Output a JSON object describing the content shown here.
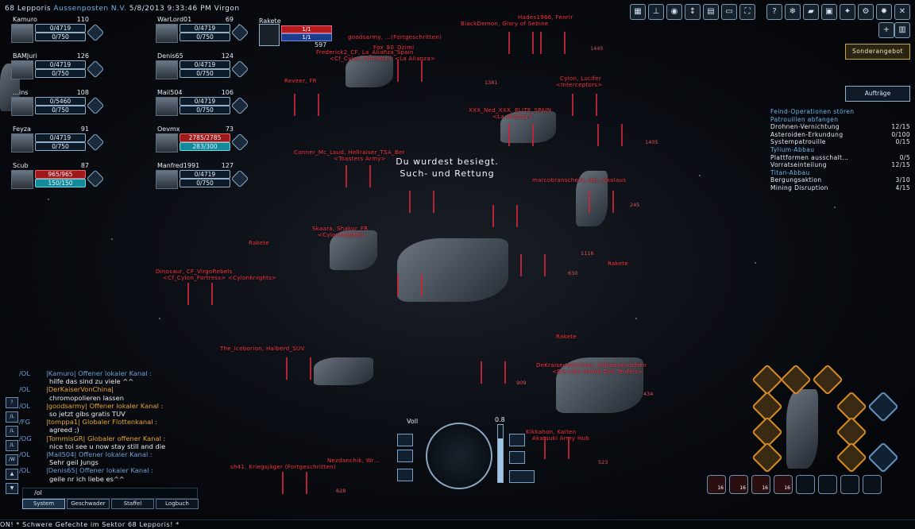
{
  "header": {
    "location": "68 Lepporis",
    "station": "Aussenposten N.V.",
    "datetime": "5/8/2013 9:33:46 PM",
    "faction": "Virgon"
  },
  "party": [
    {
      "name": "Kamuro",
      "level": "110",
      "hp": "0/4719",
      "shield": "0/750"
    },
    {
      "name": "BAMJuri",
      "level": "126",
      "hp": "0/4719",
      "shield": "0/750"
    },
    {
      "name": "…ins",
      "level": "108",
      "hp": "0/5460",
      "shield": "0/750"
    },
    {
      "name": "Feyza",
      "level": "91",
      "hp": "0/4719",
      "shield": "0/750"
    },
    {
      "name": "Scub",
      "level": "87",
      "hp": "965/965",
      "shield": "150/150"
    },
    {
      "name": "WarLord01",
      "level": "69",
      "hp": "0/4719",
      "shield": "0/750"
    },
    {
      "name": "Denis65",
      "level": "124",
      "hp": "0/4719",
      "shield": "0/750"
    },
    {
      "name": "Mail504",
      "level": "106",
      "hp": "0/4719",
      "shield": "0/750"
    },
    {
      "name": "Oevmx",
      "level": "73",
      "hp": "2785/2785",
      "shield": "283/300"
    },
    {
      "name": "Manfred1991",
      "level": "127",
      "hp": "0/4719",
      "shield": "0/750"
    }
  ],
  "target": {
    "name": "Rakete",
    "hp": "1/1",
    "shield": "1/1",
    "count": "597"
  },
  "buttons": {
    "offer": "Sonderangebot",
    "missions": "Aufträge"
  },
  "objectives": [
    {
      "label": "Feind-Operationen stören",
      "value": "",
      "category": true
    },
    {
      "label": "Patrouillen abfangen",
      "value": "",
      "category": true
    },
    {
      "label": "Drohnen-Vernichtung",
      "value": "12/15",
      "category": false
    },
    {
      "label": "Asteroiden-Erkundung",
      "value": "0/100",
      "category": false
    },
    {
      "label": "Systempatrouille",
      "value": "0/15",
      "category": false
    },
    {
      "label": "Tylium-Abbau",
      "value": "",
      "category": true
    },
    {
      "label": "Plattformen ausschalt…",
      "value": "0/5",
      "category": false
    },
    {
      "label": "Vorratseinteilung",
      "value": "12/15",
      "category": false
    },
    {
      "label": "Titan-Abbau",
      "value": "",
      "category": true
    },
    {
      "label": "Bergungsaktion",
      "value": "3/10",
      "category": false
    },
    {
      "label": "Mining Disruption",
      "value": "4/15",
      "category": false
    }
  ],
  "message": {
    "line1": "Du wurdest besiegt.",
    "line2": "Such- und Rettung"
  },
  "labels": [
    {
      "text": "Hades1966, Fenrir",
      "cls": ""
    },
    {
      "text": "BlackDemon, Glory of Sebine",
      "cls": ""
    },
    {
      "text": "goodsarmy, …(Fortgeschritten)",
      "cls": ""
    },
    {
      "text": "Fox_80_Ozimi",
      "cls": ""
    },
    {
      "text": "Frederick2_CF, La_Alianza_Spain",
      "cls": ""
    },
    {
      "text": "<Cf_Cylon_Fortress> <La Alianza>",
      "cls": ""
    },
    {
      "text": "Reveer, FR",
      "cls": ""
    },
    {
      "text": "Cylon, Lucifer",
      "cls": ""
    },
    {
      "text": "<Interceptors>",
      "cls": ""
    },
    {
      "text": "XXX_Ned_XXX, ELITE_SPAIN",
      "cls": ""
    },
    {
      "text": "<La Alianza>",
      "cls": ""
    },
    {
      "text": "Conner_Mc_Loud, Hellraiser_TSA_Ber",
      "cls": ""
    },
    {
      "text": "<Toasters Army>",
      "cls": ""
    },
    {
      "text": "marcobranschero, der_nikolaus",
      "cls": ""
    },
    {
      "text": "Skaara, Shakur_FR",
      "cls": ""
    },
    {
      "text": "<Cylonknights>",
      "cls": ""
    },
    {
      "text": "Dinosaur, CF_VirgoRebels",
      "cls": ""
    },
    {
      "text": "<Cf_Cylon_Fortress> <Cylonknights>",
      "cls": ""
    },
    {
      "text": "The_Iceborion, Halberd_SUV",
      "cls": ""
    },
    {
      "text": "DeKraiserVonChina, Kalkshaendchen",
      "cls": ""
    },
    {
      "text": "<Die Like Hands Des Teufels>",
      "cls": ""
    },
    {
      "text": "Kikkahon, Kaiten",
      "cls": ""
    },
    {
      "text": "Akatsuki Army Hub",
      "cls": ""
    },
    {
      "text": "Nezdanchik, Wr…",
      "cls": ""
    },
    {
      "text": "sh41, Kriegsjäger (Fortgeschritten)",
      "cls": ""
    },
    {
      "text": "Rakete",
      "cls": ""
    },
    {
      "text": "Rakete",
      "cls": ""
    },
    {
      "text": "Rakete",
      "cls": ""
    }
  ],
  "chat": [
    {
      "tag": "/OL",
      "head": "|Kamuro| Offener lokaler Kanal :",
      "blue": true,
      "text": "hilfe das sind zu viele ^^"
    },
    {
      "tag": "/OL",
      "head": "|DerKaiserVonChina|",
      "blue": false,
      "text": "chromopolieren lassen"
    },
    {
      "tag": "/OL",
      "head": "|goodsarmy| Offener lokaler Kanal :",
      "blue": false,
      "text": "so jetzt gibs gratis TUV"
    },
    {
      "tag": "/FG",
      "head": "|tomppa1| Globaler Flottenkanal :",
      "blue": false,
      "text": "agreed ;)"
    },
    {
      "tag": "/OG",
      "head": "|TommisGR| Globaler offener Kanal :",
      "blue": false,
      "text": "nice toi see u now stay still and die"
    },
    {
      "tag": "/OL",
      "head": "|Mail504| Offener lokaler Kanal :",
      "blue": true,
      "text": "Sehr geil Jungs"
    },
    {
      "tag": "/OL",
      "head": "|Denis65| Offener lokaler Kanal :",
      "blue": true,
      "text": "geile nr ich liebe es^^"
    }
  ],
  "chatInput": "/ol",
  "chatTabs": [
    "System",
    "Geschwader",
    "Staffel",
    "Logbuch"
  ],
  "hud": {
    "speedLabel": "Voll",
    "throttle": "0.8"
  },
  "ticker": "ON! * Schwere Gefechte im Sektor 68 Lepporis! *",
  "abilities": [
    {
      "n": "16"
    },
    {
      "n": "16"
    },
    {
      "n": "16"
    },
    {
      "n": "16"
    },
    {
      "n": ""
    },
    {
      "n": ""
    },
    {
      "n": ""
    },
    {
      "n": ""
    }
  ]
}
